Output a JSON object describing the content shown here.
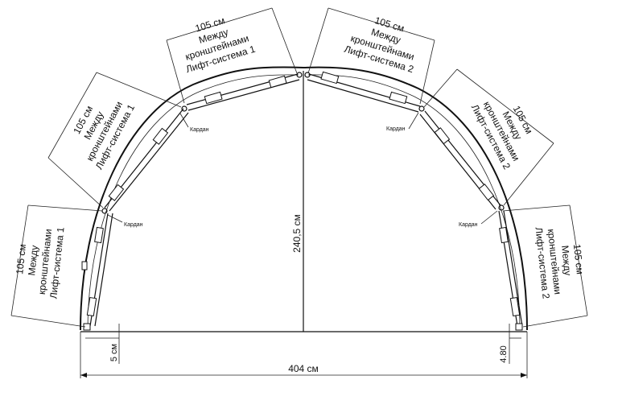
{
  "labels": {
    "left_top": [
      "105 см",
      "Между",
      "кронштейнами",
      "Лифт-система 1"
    ],
    "left_upper": [
      "105 см",
      "Между",
      "кронштейнами",
      "Лифт-система 1"
    ],
    "left_lower": [
      "105 см",
      "Между",
      "кронштейнами",
      "Лифт-система 1"
    ],
    "right_top": [
      "105 см",
      "Между",
      "кронштейнами",
      "Лифт-система 2"
    ],
    "right_upper": [
      "105 см",
      "Между",
      "кронштейнами",
      "Лифт-система 2"
    ],
    "right_lower": [
      "105 см",
      "Между",
      "кронштейнами",
      "Лифт-система 2"
    ]
  },
  "kardan": "Кардан",
  "dimensions": {
    "height": "240,5 см",
    "width": "404 см",
    "left_offset": "5 см",
    "right_offset": "4.80"
  }
}
